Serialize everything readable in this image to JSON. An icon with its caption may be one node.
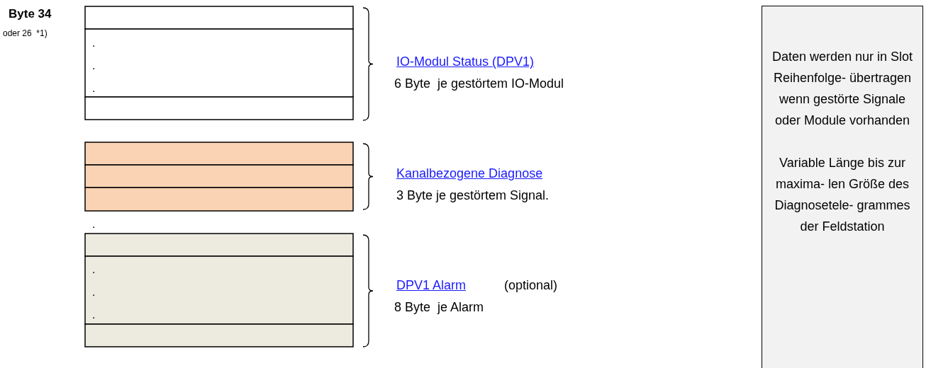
{
  "diagram": {
    "nodes": [
      {
        "text": [
          "Daten werden nur in Slot Reihenfolge- übertragen wenn gestörte Signale oder Module vorhanden",
          "Variable Länge bis zur maxima- len Größe des Diagnosetele- grammes der Feldstation"
        ]
      }
    ],
    "labels": [
      "Byte 34",
      "oder 26  *1)",
      ".",
      ".",
      ".",
      "IO-Modul Status (DPV1)",
      "6 Byte  je gestörtem IO-Modul",
      "Kanalbezogene Diagnose",
      "3 Byte je gestörtem Signal.",
      ".",
      ".",
      ".",
      ".",
      "DPV1 Alarm",
      "(optional)",
      "8 Byte  je Alarm"
    ]
  }
}
